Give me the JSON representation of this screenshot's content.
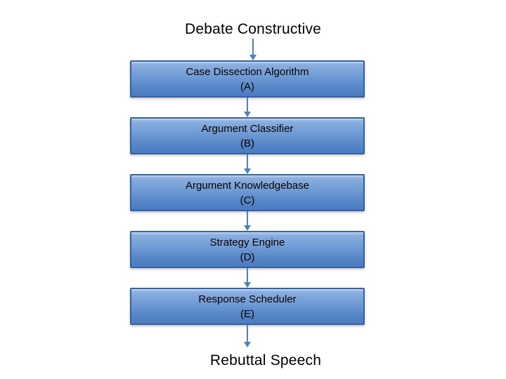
{
  "diagram": {
    "title": "Debate Constructive",
    "footer": "Rebuttal Speech",
    "nodes": [
      {
        "label": "Case Dissection Algorithm",
        "id": "(A)"
      },
      {
        "label": "Argument Classifier",
        "id": "(B)"
      },
      {
        "label": "Argument Knowledgebase",
        "id": "(C)"
      },
      {
        "label": "Strategy Engine",
        "id": "(D)"
      },
      {
        "label": "Response Scheduler",
        "id": "(E)"
      }
    ],
    "colors": {
      "background": "#FFFFFF",
      "box_top": "#8AAEDF",
      "box_bottom": "#4C7BC0",
      "box_border": "#35629F",
      "arrow": "#4F81BB",
      "text": "#000000"
    }
  }
}
